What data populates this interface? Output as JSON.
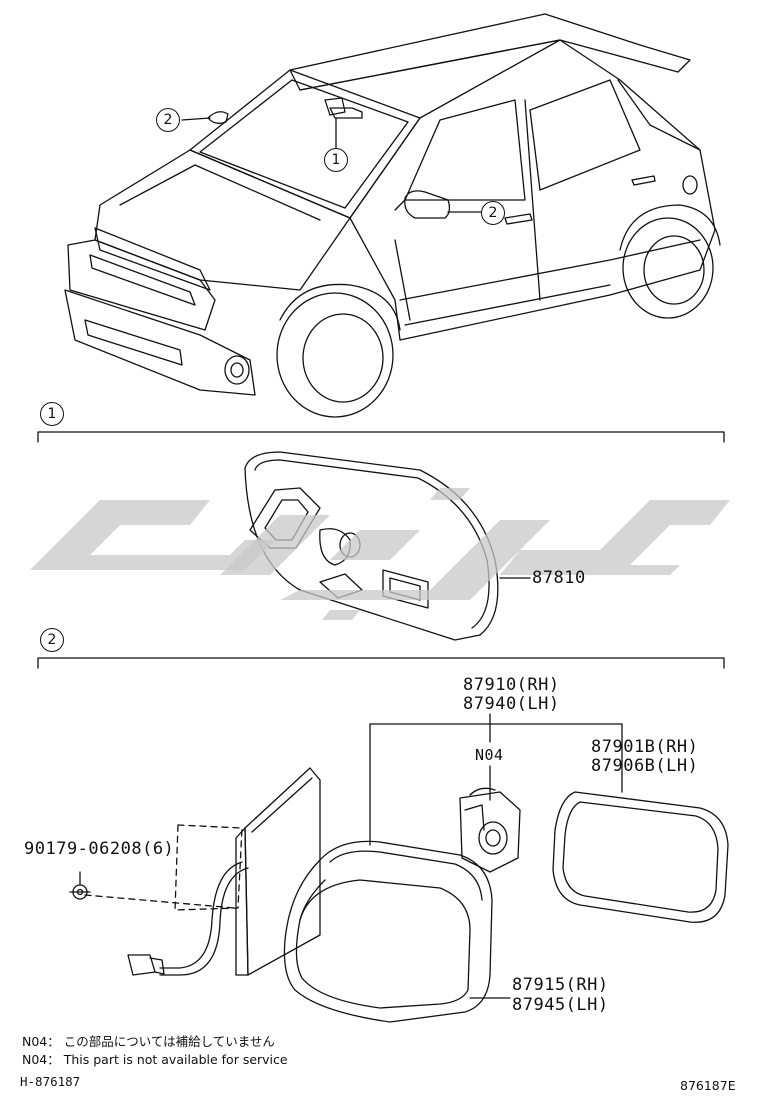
{
  "callouts": {
    "one": "1",
    "two": "2"
  },
  "parts": {
    "p87810": "87810",
    "p87910": "87910(RH)",
    "p87940": "87940(LH)",
    "n04": "N04",
    "p87901b": "87901B(RH)",
    "p87906b": "87906B(LH)",
    "p90179": "90179-06208(6)",
    "p87915": "87915(RH)",
    "p87945": "87945(LH)"
  },
  "notes": {
    "jp": "N04： この部品については補給していません",
    "en": "N04： This part is not available for service"
  },
  "codes": {
    "left": "H-876187",
    "right": "876187E"
  },
  "colors": {
    "ink": "#111111",
    "watermark": "#c8c8c8"
  }
}
